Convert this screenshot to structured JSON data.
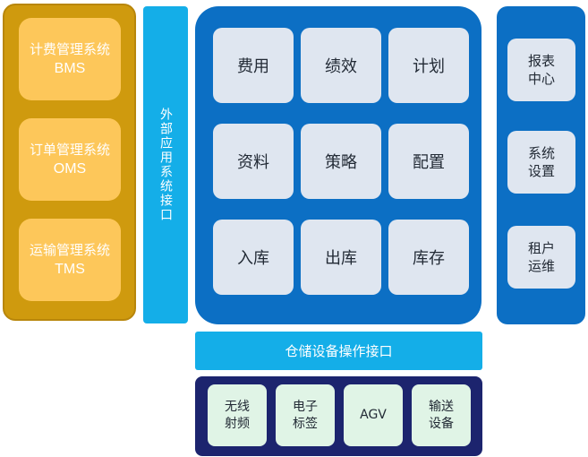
{
  "external_systems": [
    {
      "name": "计费管理系统",
      "code": "BMS"
    },
    {
      "name": "订单管理系统",
      "code": "OMS"
    },
    {
      "name": "运输管理系统",
      "code": "TMS"
    }
  ],
  "external_interface": {
    "label": "外部应用系统接口"
  },
  "core_modules": [
    "费用",
    "绩效",
    "计划",
    "资料",
    "策略",
    "配置",
    "入库",
    "出库",
    "库存"
  ],
  "side_modules": [
    "报表中心",
    "系统设置",
    "租户运维"
  ],
  "device_interface": {
    "label": "仓储设备操作接口"
  },
  "devices": [
    "无线射频",
    "电子标签",
    "AGV",
    "输送设备"
  ],
  "colors": {
    "external_panel": "#cf9a0e",
    "external_card": "#fdc75a",
    "interface_bar": "#14aee8",
    "core_panel": "#0c6fc4",
    "module_tile": "#dfe6f0",
    "device_panel": "#1c246e",
    "device_tile": "#e0f4e6"
  }
}
